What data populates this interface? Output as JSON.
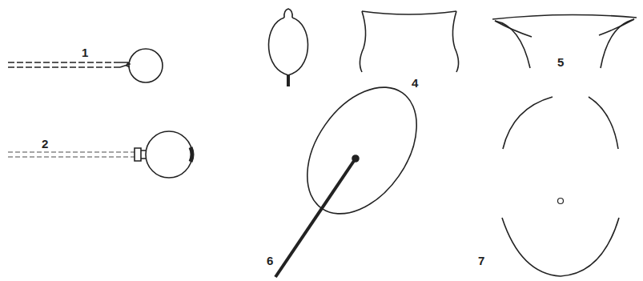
{
  "diagram": {
    "labels": [
      "1",
      "2",
      "4",
      "5",
      "6",
      "7"
    ]
  }
}
